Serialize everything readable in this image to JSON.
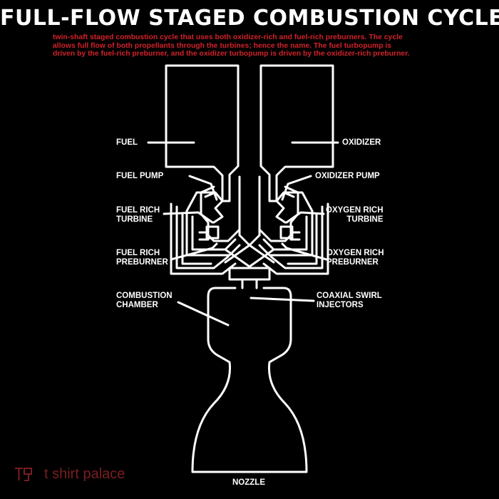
{
  "title": "FULL-FLOW STAGED COMBUSTION CYCLE",
  "description": {
    "lines": [
      "twin-shaft staged combustion cycle that uses both oxidizer-rich and fuel-rich preburners. The cycle",
      "allows full flow of both propellants through the turbines; hence the name. The fuel turbopump is",
      "driven by the fuel-rich preburner, and the oxidizer turbopump is driven by the oxidizer-rich preburner."
    ]
  },
  "labels": {
    "fuel": "FUEL",
    "fuel_pump": "FUEL PUMP",
    "fuel_rich_turbine": [
      "FUEL RICH",
      "TURBINE"
    ],
    "fuel_rich_preburner": [
      "FUEL RICH",
      "PREBURNER"
    ],
    "combustion_chamber": [
      "COMBUSTION",
      "CHAMBER"
    ],
    "oxidizer": "OXIDIZER",
    "oxidizer_pump": "OXIDIZER PUMP",
    "oxygen_rich_turbine": [
      "OXYGEN RICH",
      "TURBINE"
    ],
    "oxygen_rich_preburner": [
      "OXYGEN RICH",
      "PREBURNER"
    ],
    "coaxial_swirl_injectors": [
      "COAXIAL SWIRL",
      "INJECTORS"
    ],
    "nozzle": "NOZZLE"
  },
  "brand": {
    "mark": "TSP",
    "name": "t shirt palace"
  },
  "colors": {
    "background": "#000000",
    "lines": "#ffffff",
    "description": "#d0222a",
    "brand": "#7a1e22"
  }
}
